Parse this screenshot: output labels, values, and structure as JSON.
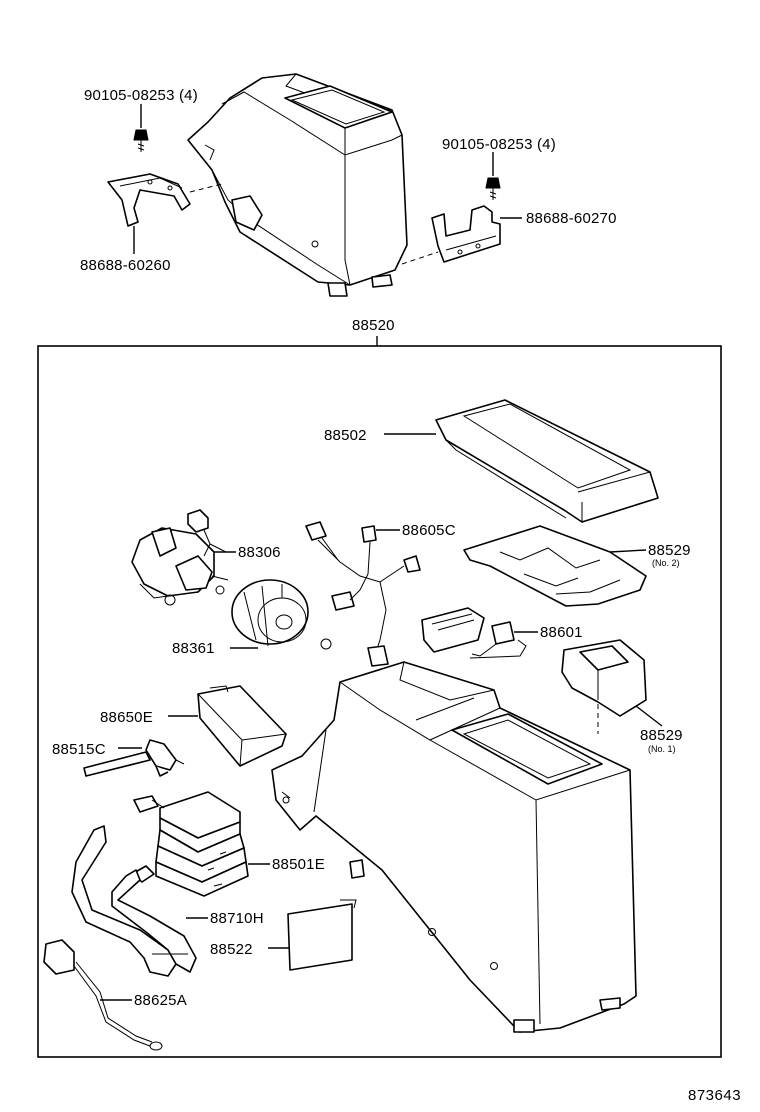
{
  "labels": {
    "bolt_left": "90105-08253 (4)",
    "bolt_right": "90105-08253 (4)",
    "bracket_left": "88688-60260",
    "bracket_right": "88688-60270",
    "assembly": "88520",
    "lid": "88502",
    "motor": "88306",
    "wire_harness": "88605C",
    "insulator_no2": "88529",
    "insulator_no2_note": "(No. 2)",
    "fan": "88361",
    "switch": "88601",
    "insulator_no1": "88529",
    "insulator_no1_note": "(No. 1)",
    "relay": "88650E",
    "thermistor": "88515C",
    "evaporator": "88501E",
    "hose": "88710H",
    "pad": "88522",
    "wire": "88625A",
    "diagram_ref": "873643"
  }
}
